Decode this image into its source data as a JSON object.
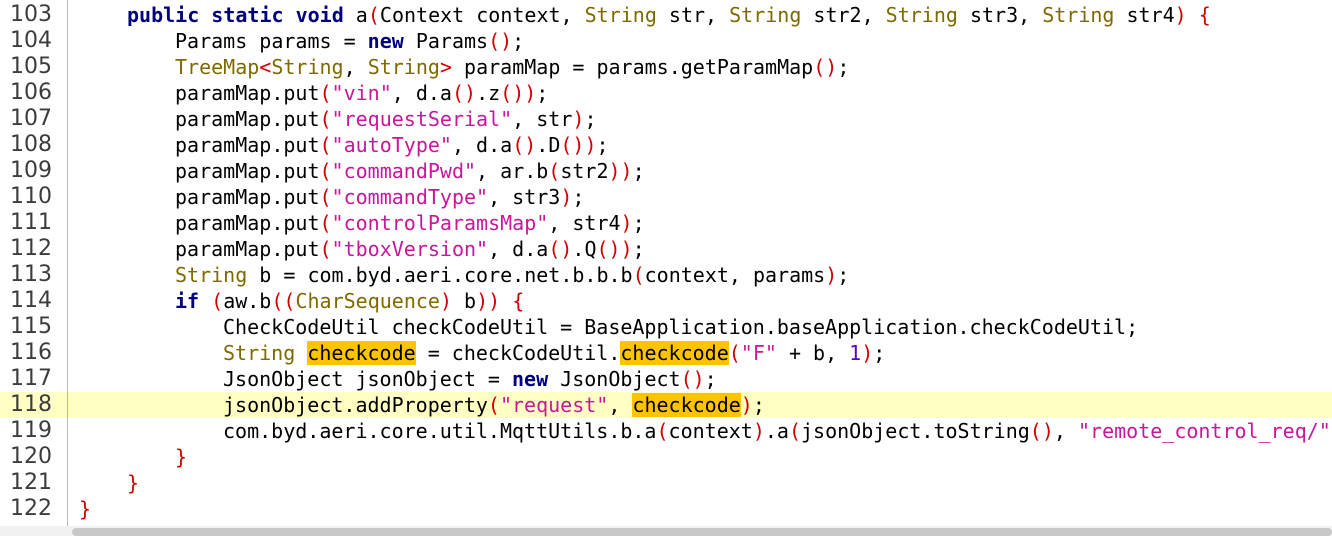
{
  "editor": {
    "lines": [
      {
        "no": "103",
        "indent": 1,
        "tokens": [
          {
            "t": "public",
            "c": "kw"
          },
          {
            "t": " "
          },
          {
            "t": "static",
            "c": "kw"
          },
          {
            "t": " "
          },
          {
            "t": "void",
            "c": "kw"
          },
          {
            "t": " a"
          },
          {
            "t": "(",
            "c": "br"
          },
          {
            "t": "Context context, "
          },
          {
            "t": "String",
            "c": "ty"
          },
          {
            "t": " str, "
          },
          {
            "t": "String",
            "c": "ty"
          },
          {
            "t": " str2, "
          },
          {
            "t": "String",
            "c": "ty"
          },
          {
            "t": " str3, "
          },
          {
            "t": "String",
            "c": "ty"
          },
          {
            "t": " str4"
          },
          {
            "t": ")",
            "c": "br"
          },
          {
            "t": " "
          },
          {
            "t": "{",
            "c": "br"
          }
        ]
      },
      {
        "no": "104",
        "indent": 2,
        "tokens": [
          {
            "t": "Params params = "
          },
          {
            "t": "new",
            "c": "kw"
          },
          {
            "t": " Params"
          },
          {
            "t": "()",
            "c": "br"
          },
          {
            "t": ";"
          }
        ]
      },
      {
        "no": "105",
        "indent": 2,
        "tokens": [
          {
            "t": "TreeMap",
            "c": "ty"
          },
          {
            "t": "<",
            "c": "br"
          },
          {
            "t": "String",
            "c": "ty"
          },
          {
            "t": ", "
          },
          {
            "t": "String",
            "c": "ty"
          },
          {
            "t": ">",
            "c": "br"
          },
          {
            "t": " paramMap = params.getParamMap"
          },
          {
            "t": "()",
            "c": "br"
          },
          {
            "t": ";"
          }
        ]
      },
      {
        "no": "106",
        "indent": 2,
        "tokens": [
          {
            "t": "paramMap.put"
          },
          {
            "t": "(",
            "c": "br"
          },
          {
            "t": "\"vin\"",
            "c": "st"
          },
          {
            "t": ", d.a"
          },
          {
            "t": "()",
            "c": "br"
          },
          {
            "t": ".z"
          },
          {
            "t": "())",
            "c": "br"
          },
          {
            "t": ";"
          }
        ]
      },
      {
        "no": "107",
        "indent": 2,
        "tokens": [
          {
            "t": "paramMap.put"
          },
          {
            "t": "(",
            "c": "br"
          },
          {
            "t": "\"requestSerial\"",
            "c": "st"
          },
          {
            "t": ", str"
          },
          {
            "t": ")",
            "c": "br"
          },
          {
            "t": ";"
          }
        ]
      },
      {
        "no": "108",
        "indent": 2,
        "tokens": [
          {
            "t": "paramMap.put"
          },
          {
            "t": "(",
            "c": "br"
          },
          {
            "t": "\"autoType\"",
            "c": "st"
          },
          {
            "t": ", d.a"
          },
          {
            "t": "()",
            "c": "br"
          },
          {
            "t": ".D"
          },
          {
            "t": "())",
            "c": "br"
          },
          {
            "t": ";"
          }
        ]
      },
      {
        "no": "109",
        "indent": 2,
        "tokens": [
          {
            "t": "paramMap.put"
          },
          {
            "t": "(",
            "c": "br"
          },
          {
            "t": "\"commandPwd\"",
            "c": "st"
          },
          {
            "t": ", ar.b"
          },
          {
            "t": "(",
            "c": "br"
          },
          {
            "t": "str2"
          },
          {
            "t": "))",
            "c": "br"
          },
          {
            "t": ";"
          }
        ]
      },
      {
        "no": "110",
        "indent": 2,
        "tokens": [
          {
            "t": "paramMap.put"
          },
          {
            "t": "(",
            "c": "br"
          },
          {
            "t": "\"commandType\"",
            "c": "st"
          },
          {
            "t": ", str3"
          },
          {
            "t": ")",
            "c": "br"
          },
          {
            "t": ";"
          }
        ]
      },
      {
        "no": "111",
        "indent": 2,
        "tokens": [
          {
            "t": "paramMap.put"
          },
          {
            "t": "(",
            "c": "br"
          },
          {
            "t": "\"controlParamsMap\"",
            "c": "st"
          },
          {
            "t": ", str4"
          },
          {
            "t": ")",
            "c": "br"
          },
          {
            "t": ";"
          }
        ]
      },
      {
        "no": "112",
        "indent": 2,
        "tokens": [
          {
            "t": "paramMap.put"
          },
          {
            "t": "(",
            "c": "br"
          },
          {
            "t": "\"tboxVersion\"",
            "c": "st"
          },
          {
            "t": ", d.a"
          },
          {
            "t": "()",
            "c": "br"
          },
          {
            "t": ".Q"
          },
          {
            "t": "())",
            "c": "br"
          },
          {
            "t": ";"
          }
        ]
      },
      {
        "no": "113",
        "indent": 2,
        "tokens": [
          {
            "t": "String",
            "c": "ty"
          },
          {
            "t": " b = com.byd.aeri.core.net.b.b.b"
          },
          {
            "t": "(",
            "c": "br"
          },
          {
            "t": "context, params"
          },
          {
            "t": ")",
            "c": "br"
          },
          {
            "t": ";"
          }
        ]
      },
      {
        "no": "114",
        "indent": 2,
        "tokens": [
          {
            "t": "if",
            "c": "kw"
          },
          {
            "t": " "
          },
          {
            "t": "(",
            "c": "br"
          },
          {
            "t": "aw.b"
          },
          {
            "t": "((",
            "c": "br"
          },
          {
            "t": "CharSequence",
            "c": "ty"
          },
          {
            "t": ")",
            "c": "br"
          },
          {
            "t": " b"
          },
          {
            "t": "))",
            "c": "br"
          },
          {
            "t": " "
          },
          {
            "t": "{",
            "c": "br"
          }
        ]
      },
      {
        "no": "115",
        "indent": 3,
        "tokens": [
          {
            "t": "CheckCodeUtil checkCodeUtil = BaseApplication.baseApplication.checkCodeUtil;"
          }
        ]
      },
      {
        "no": "116",
        "indent": 3,
        "tokens": [
          {
            "t": "String",
            "c": "ty"
          },
          {
            "t": " "
          },
          {
            "t": "checkcode",
            "c": "occ"
          },
          {
            "t": " = checkCodeUtil."
          },
          {
            "t": "checkcode",
            "c": "occ"
          },
          {
            "t": "(",
            "c": "br"
          },
          {
            "t": "\"F\"",
            "c": "st"
          },
          {
            "t": " + b, "
          },
          {
            "t": "1",
            "c": "nm"
          },
          {
            "t": ")",
            "c": "br"
          },
          {
            "t": ";"
          }
        ]
      },
      {
        "no": "117",
        "indent": 3,
        "tokens": [
          {
            "t": "JsonObject jsonObject = "
          },
          {
            "t": "new",
            "c": "kw"
          },
          {
            "t": " JsonObject"
          },
          {
            "t": "()",
            "c": "br"
          },
          {
            "t": ";"
          }
        ]
      },
      {
        "no": "118",
        "indent": 3,
        "current": true,
        "tokens": [
          {
            "t": "jsonObject.addProperty"
          },
          {
            "t": "(",
            "c": "br"
          },
          {
            "t": "\"request\"",
            "c": "st"
          },
          {
            "t": ", "
          },
          {
            "t": "checkcode",
            "c": "occ"
          },
          {
            "t": ")",
            "c": "br"
          },
          {
            "t": ";"
          }
        ]
      },
      {
        "no": "119",
        "indent": 3,
        "tokens": [
          {
            "t": "com.byd.aeri.core.util.MqttUtils.b.a"
          },
          {
            "t": "(",
            "c": "br"
          },
          {
            "t": "context"
          },
          {
            "t": ")",
            "c": "br"
          },
          {
            "t": ".a"
          },
          {
            "t": "(",
            "c": "br"
          },
          {
            "t": "jsonObject.toString"
          },
          {
            "t": "()",
            "c": "br"
          },
          {
            "t": ", "
          },
          {
            "t": "\"remote_control_req/\"",
            "c": "st"
          }
        ]
      },
      {
        "no": "120",
        "indent": 2,
        "tokens": [
          {
            "t": "}",
            "c": "br"
          }
        ]
      },
      {
        "no": "121",
        "indent": 1,
        "tokens": [
          {
            "t": "}",
            "c": "br"
          }
        ]
      },
      {
        "no": "122",
        "indent": 0,
        "tokens": [
          {
            "t": "}",
            "c": "br"
          }
        ]
      }
    ]
  },
  "colors": {
    "keyword": "#000080",
    "type": "#7f6a00",
    "string": "#c8179a",
    "bracket": "#d20000",
    "number": "#5a00c8",
    "occurrence_highlight": "#ffc400",
    "current_line": "#ffffc4"
  }
}
